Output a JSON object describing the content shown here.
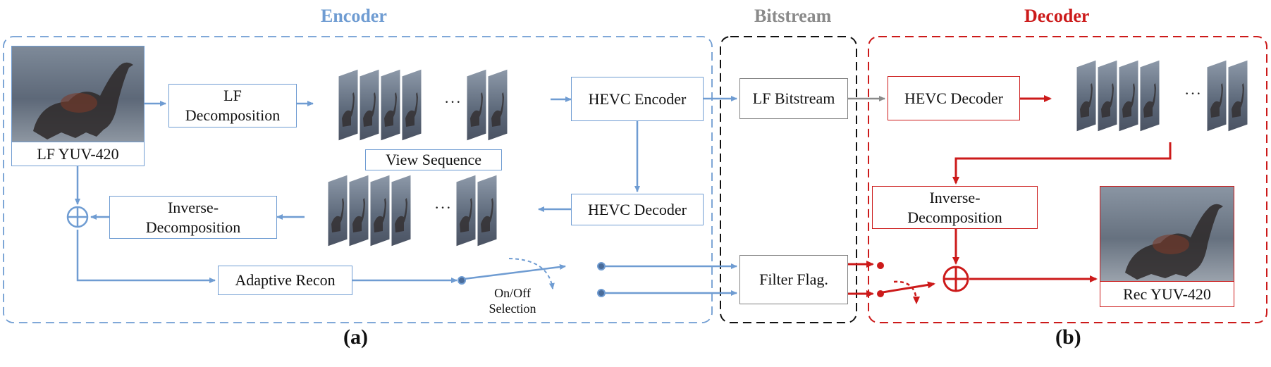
{
  "sections": {
    "encoder_title": "Encoder",
    "bitstream_title": "Bitstream",
    "decoder_title": "Decoder"
  },
  "blocks": {
    "lf_yuv": "LF YUV-420",
    "lf_decomposition": "LF\nDecomposition",
    "view_sequence": "View Sequence",
    "hevc_encoder": "HEVC Encoder",
    "hevc_decoder_enc": "HEVC Decoder",
    "inverse_decomposition_enc": "Inverse-\nDecomposition",
    "adaptive_recon": "Adaptive Recon",
    "on_off_selection": "On/Off\nSelection",
    "lf_bitstream": "LF Bitstream",
    "filter_flag": "Filter Flag.",
    "hevc_decoder_dec": "HEVC Decoder",
    "inverse_decomposition_dec": "Inverse-\nDecomposition",
    "rec_yuv": "Rec YUV-420"
  },
  "ellipsis": "···",
  "captions": {
    "a": "(a)",
    "b": "(b)"
  },
  "colors": {
    "encoder": "#6f9cd2",
    "bitstream": "#111111",
    "decoder": "#cc1a1a",
    "gray_arrow": "#8a8a8a"
  }
}
